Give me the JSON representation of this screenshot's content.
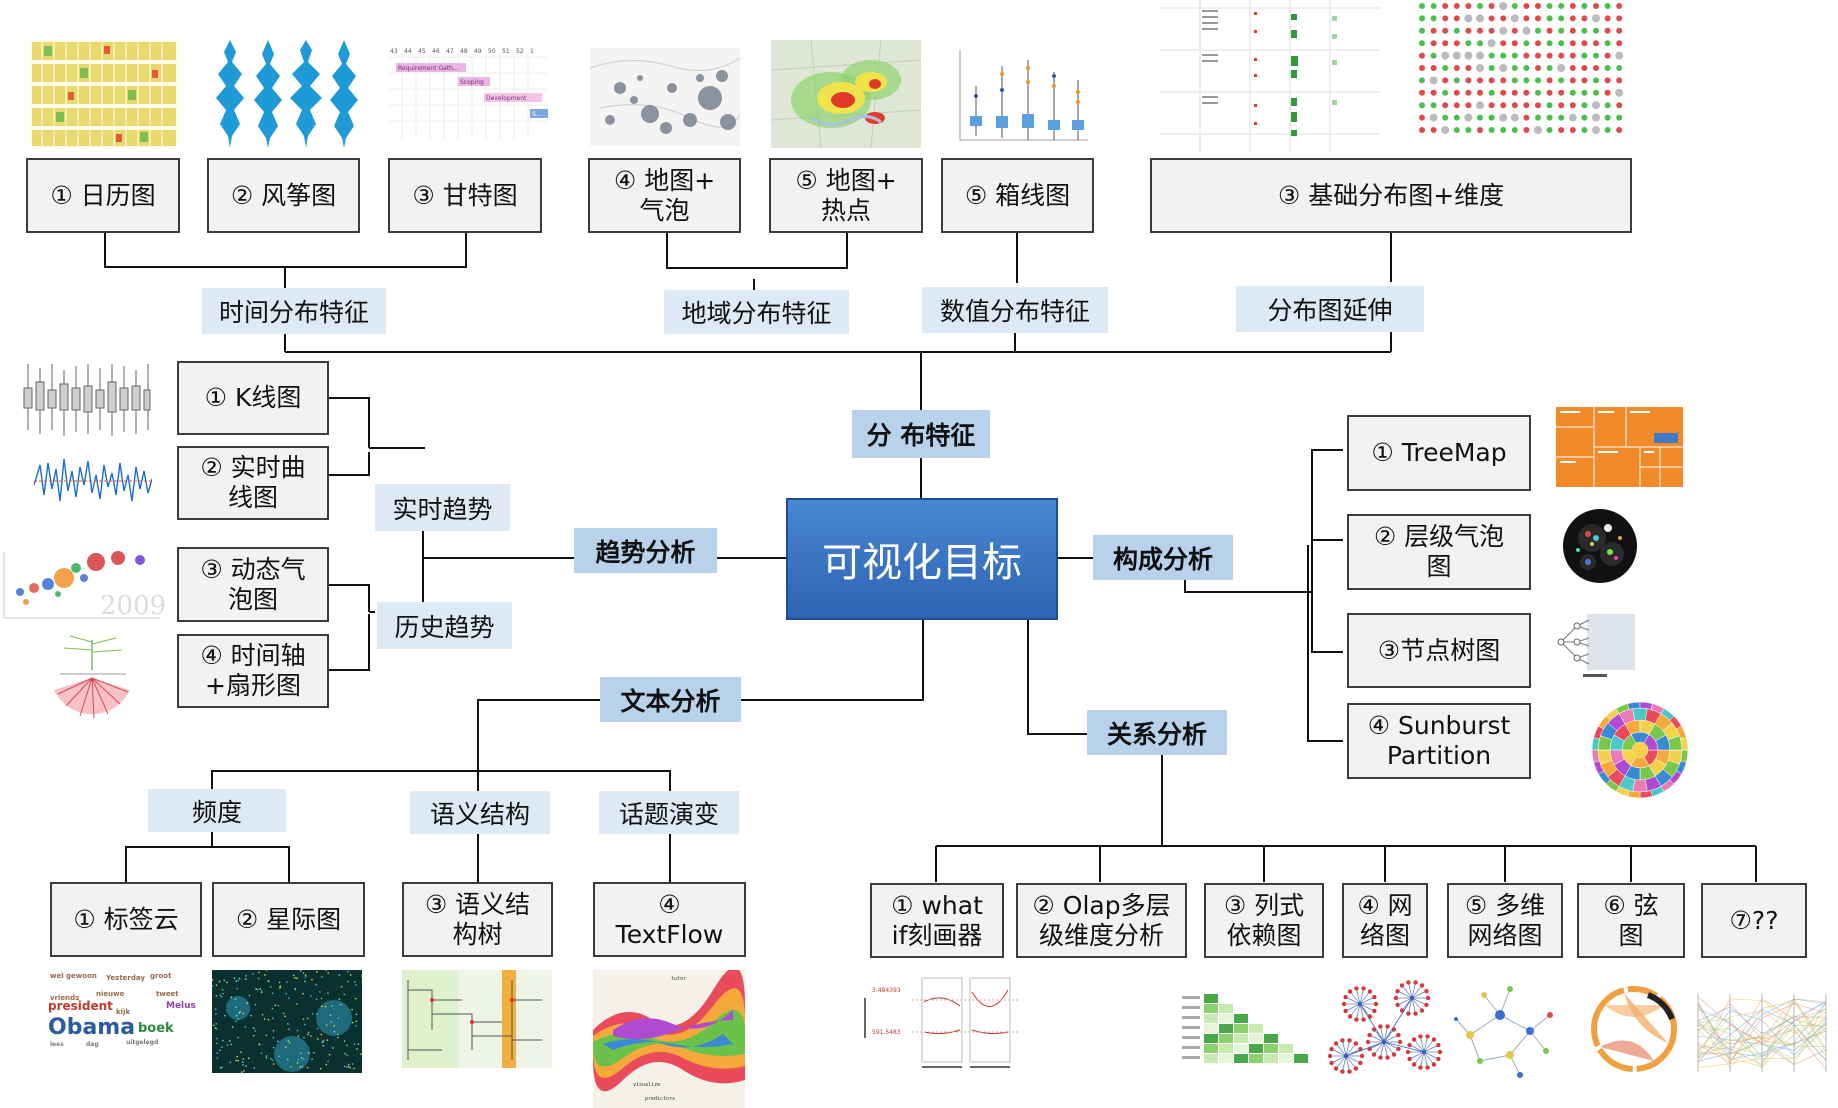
{
  "root": {
    "label": "可视化目标"
  },
  "categories": {
    "distribution": "分 布特征",
    "trend": "趋势分析",
    "composition": "构成分析",
    "text": "文本分析",
    "relation": "关系分析"
  },
  "subcategories": {
    "time_distribution": "时间分布特征",
    "geo_distribution": "地域分布特征",
    "value_distribution": "数值分布特征",
    "distribution_ext": "分布图延伸",
    "realtime_trend": "实时趋势",
    "history_trend": "历史趋势",
    "frequency": "频度",
    "semantic": "语义结构",
    "topic_evolution": "话题演变"
  },
  "leaves": {
    "calendar": {
      "line1": "① 日历图"
    },
    "kite": {
      "line1": "② 风筝图"
    },
    "gantt": {
      "line1": "③ 甘特图"
    },
    "map_bubble": {
      "line1": "④ 地图+",
      "line2": "气泡"
    },
    "map_heat": {
      "line1": "⑤ 地图+",
      "line2": "热点"
    },
    "boxplot": {
      "line1": "⑤ 箱线图"
    },
    "basic_dist": {
      "line1": "③ 基础分布图+维度"
    },
    "kline": {
      "line1": "① K线图"
    },
    "realtime_curve": {
      "line1": "② 实时曲",
      "line2": "线图"
    },
    "dynamic_bubble": {
      "line1": "③ 动态气",
      "line2": "泡图"
    },
    "timeline_fan": {
      "line1": "④  时间轴",
      "line2": "+扇形图"
    },
    "treemap": {
      "line1": "① TreeMap"
    },
    "hier_bubble": {
      "line1": "② 层级气泡",
      "line2": "图"
    },
    "node_tree": {
      "line1": "③节点树图"
    },
    "sunburst": {
      "line1": "④ Sunburst",
      "line2": "Partition"
    },
    "tag_cloud": {
      "line1": "① 标签云"
    },
    "star_chart": {
      "line1": "② 星际图"
    },
    "semantic_tree": {
      "line1": "③ 语义结",
      "line2": "构树"
    },
    "textflow": {
      "line1": "④",
      "line2": "TextFlow"
    },
    "whatif": {
      "line1": "① what",
      "line2": "if刻画器"
    },
    "olap": {
      "line1": "② Olap多层",
      "line2": "级维度分析"
    },
    "column_dep": {
      "line1": "③ 列式",
      "line2": "依赖图"
    },
    "network": {
      "line1": "④ 网",
      "line2": "络图"
    },
    "multi_network": {
      "line1": "⑤ 多维",
      "line2": "网络图"
    },
    "chord": {
      "line1": "⑥ 弦",
      "line2": "图"
    },
    "unknown": {
      "line1": "⑦??"
    }
  },
  "thumbnails": {
    "gantt_labels": [
      "Requirement Gath...",
      "Scoping",
      "Development",
      "S..."
    ],
    "gantt_ticks": [
      "43",
      "44",
      "45",
      "46",
      "47",
      "48",
      "49",
      "50",
      "51",
      "52",
      "1"
    ],
    "tag_cloud_words": [
      "president",
      "Obama",
      "boek",
      "Melus"
    ],
    "bubble_year": "2009",
    "textflow_words": [
      "tutor",
      "predictors",
      "visualize"
    ],
    "whatif_values": [
      "3.484393",
      "591.5483"
    ]
  },
  "colors": {
    "root_fill": "#2d64b3",
    "category_fill": "#b9d2ec",
    "subcategory_fill": "#dde9f5",
    "leaf_fill": "#f2f2f2",
    "line": "#111111"
  }
}
